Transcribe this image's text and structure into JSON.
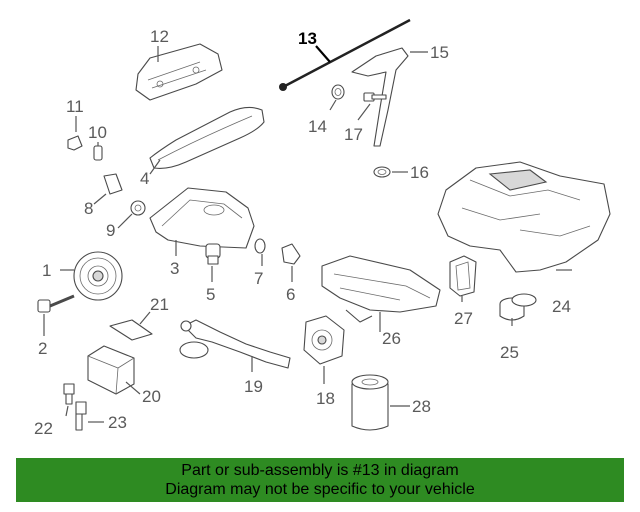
{
  "highlighted_callout": "13",
  "callouts": {
    "c1": "1",
    "c2": "2",
    "c3": "3",
    "c4": "4",
    "c5": "5",
    "c6": "6",
    "c7": "7",
    "c8": "8",
    "c9": "9",
    "c10": "10",
    "c11": "11",
    "c12": "12",
    "c13": "13",
    "c14": "14",
    "c15": "15",
    "c16": "16",
    "c17": "17",
    "c18": "18",
    "c19": "19",
    "c20": "20",
    "c21": "21",
    "c22": "22",
    "c23": "23",
    "c24": "24",
    "c25": "25",
    "c26": "26",
    "c27": "27",
    "c28": "28"
  },
  "banner": {
    "line1": "Part or sub-assembly is #13 in diagram",
    "line2": "Diagram may not be specific to your vehicle",
    "color": "#2e8b22"
  }
}
